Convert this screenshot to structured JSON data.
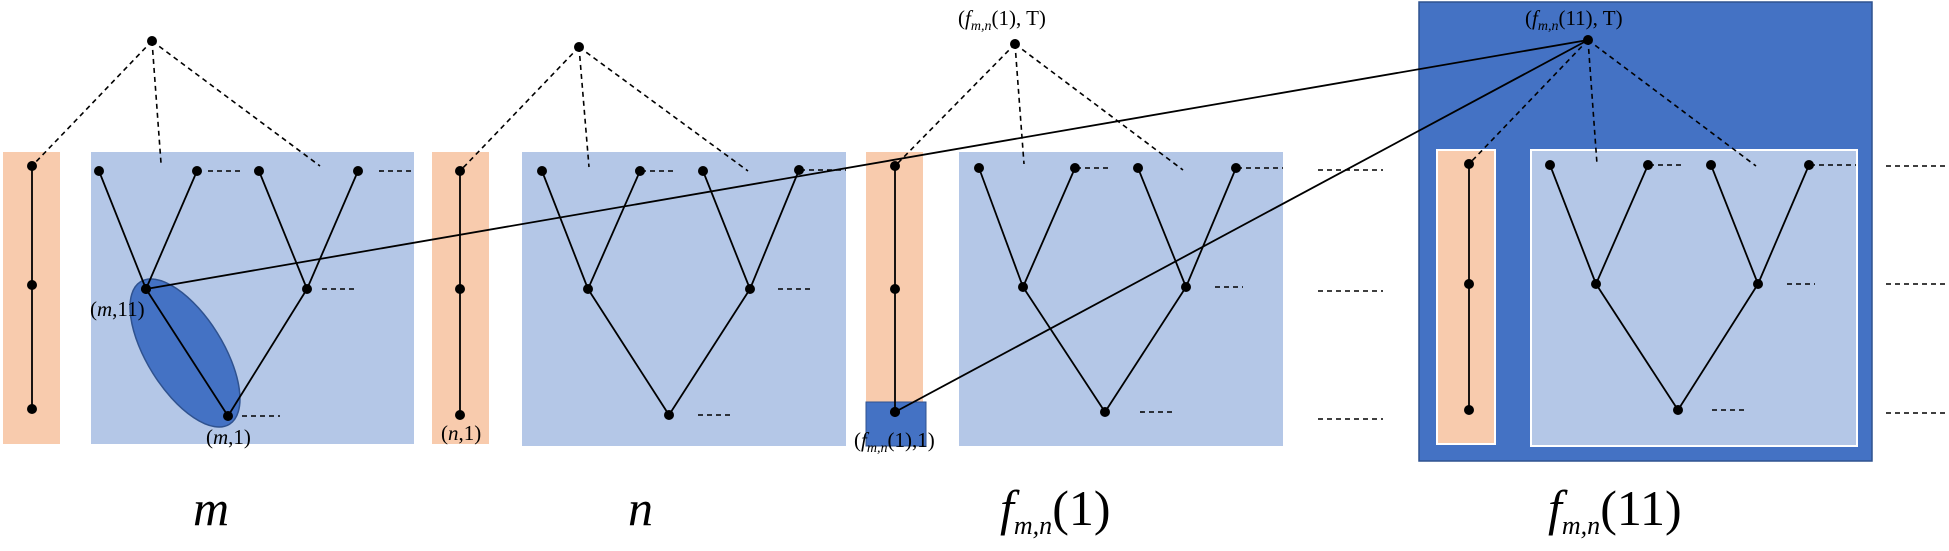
{
  "colors": {
    "peach": "#f8cbad",
    "light_blue": "#b4c7e7",
    "dark_blue": "#4472c4",
    "line": "#000000"
  },
  "labels": {
    "m11": {
      "open": "(",
      "var": "m",
      "rest": ",11)"
    },
    "m1": {
      "open": "(",
      "var": "m",
      "rest": ",1)"
    },
    "n1": {
      "open": "(",
      "var": "n",
      "rest": ",1)"
    },
    "f1_top": {
      "open": "(",
      "f": "f",
      "sub": "m,n",
      "rest": "(1), T)"
    },
    "f11_top": {
      "open": "(",
      "f": "f",
      "sub": "m,n",
      "rest": "(11), T)"
    },
    "f1_bottom": {
      "open": "(",
      "f": "f",
      "sub": "m,n",
      "rest": "(1),1)"
    }
  },
  "captions": {
    "m": "m",
    "n": "n",
    "f1": {
      "f": "f",
      "sub": "m,n",
      "rest": "(1)"
    },
    "f11": {
      "f": "f",
      "sub": "m,n",
      "rest": "(11)"
    }
  }
}
